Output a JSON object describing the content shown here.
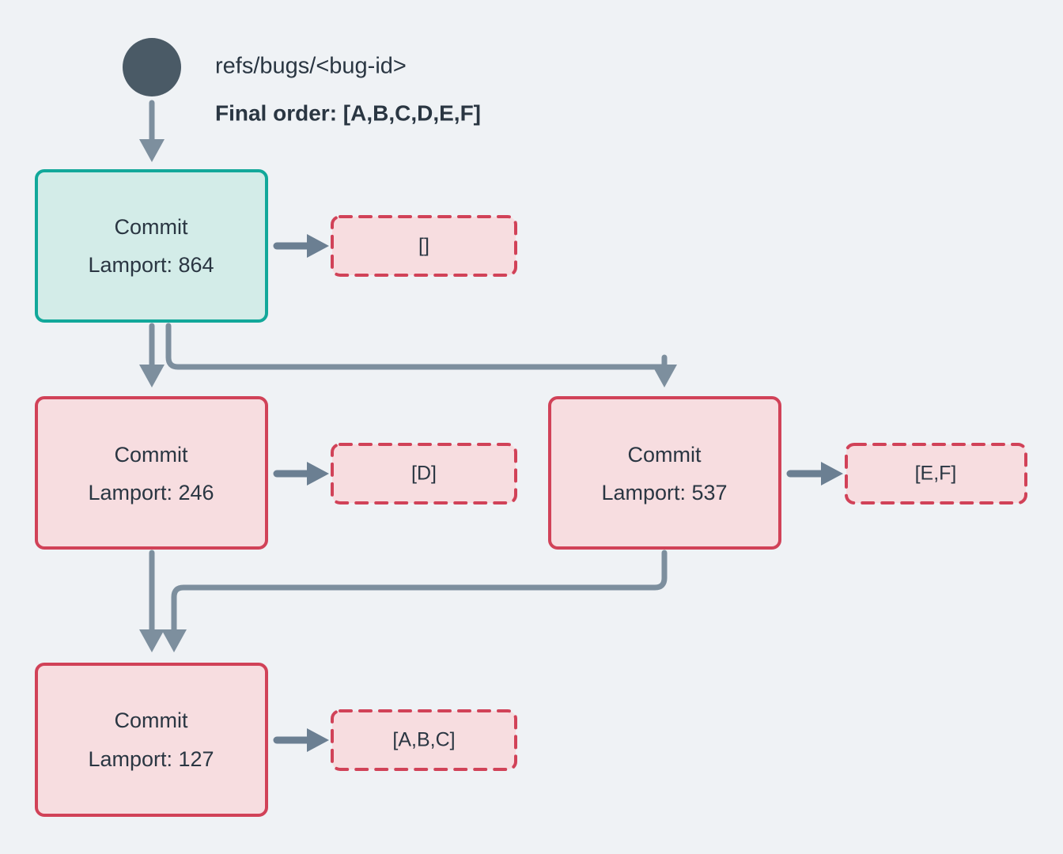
{
  "diagram": {
    "title": "refs/bugs/<bug-id>",
    "subtitle": "Final order: [A,B,C,D,E,F]",
    "background_color": "#eff2f5",
    "root_node": {
      "name": "root-dot",
      "color": "#4a5a66"
    },
    "colors": {
      "start_fill": "#d3ece8",
      "start_stroke": "#12a89a",
      "pending_fill": "#f7dde0",
      "pending_stroke": "#d14258",
      "edge": "#7d8f9e",
      "text": "#2a3642"
    },
    "commits": [
      {
        "id": "commit-864",
        "line1": "Commit",
        "line2": "Lamport: 864",
        "lamport": 864,
        "state": "start",
        "queue": {
          "id": "queue-864",
          "label": "[]",
          "items": []
        }
      },
      {
        "id": "commit-246",
        "line1": "Commit",
        "line2": "Lamport: 246",
        "lamport": 246,
        "state": "pending",
        "queue": {
          "id": "queue-246",
          "label": "[D]",
          "items": [
            "D"
          ]
        }
      },
      {
        "id": "commit-537",
        "line1": "Commit",
        "line2": "Lamport: 537",
        "lamport": 537,
        "state": "pending",
        "queue": {
          "id": "queue-537",
          "label": "[E,F]",
          "items": [
            "E",
            "F"
          ]
        }
      },
      {
        "id": "commit-127",
        "line1": "Commit",
        "line2": "Lamport: 127",
        "lamport": 127,
        "state": "pending",
        "queue": {
          "id": "queue-127",
          "label": "[A,B,C]",
          "items": [
            "A",
            "B",
            "C"
          ]
        }
      }
    ],
    "edges": [
      {
        "from": "root-dot",
        "to": "commit-864"
      },
      {
        "from": "commit-864",
        "to": "commit-246"
      },
      {
        "from": "commit-864",
        "to": "commit-537"
      },
      {
        "from": "commit-246",
        "to": "commit-127"
      },
      {
        "from": "commit-537",
        "to": "commit-127"
      },
      {
        "from": "commit-864",
        "to": "queue-864"
      },
      {
        "from": "commit-246",
        "to": "queue-246"
      },
      {
        "from": "commit-537",
        "to": "queue-537"
      },
      {
        "from": "commit-127",
        "to": "queue-127"
      }
    ]
  }
}
